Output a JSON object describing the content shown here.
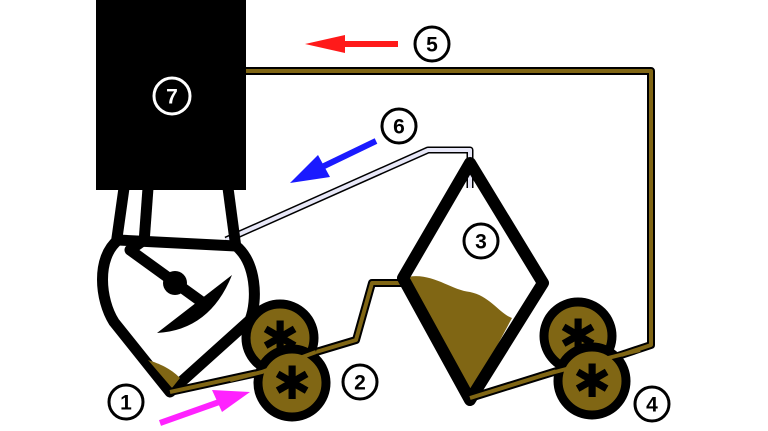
{
  "colors": {
    "background": "#ffffff",
    "outline": "#000000",
    "material": "#806614",
    "gas_line": "#e8e8f8",
    "arrow_input": "#ff22ff",
    "arrow_exhaust": "#ff1a1a",
    "arrow_gas": "#1a1aff"
  },
  "labels": {
    "n1": "1",
    "n2": "2",
    "n3": "3",
    "n4": "4",
    "n5": "5",
    "n6": "6",
    "n7": "7"
  },
  "components": [
    {
      "id": "1",
      "name": "chamber-vessel"
    },
    {
      "id": "2",
      "name": "gear-pump-1"
    },
    {
      "id": "3",
      "name": "diamond-tank"
    },
    {
      "id": "4",
      "name": "gear-pump-2"
    },
    {
      "id": "5",
      "name": "return-flow-arrow"
    },
    {
      "id": "6",
      "name": "gas-flow-arrow"
    },
    {
      "id": "7",
      "name": "top-block"
    }
  ]
}
